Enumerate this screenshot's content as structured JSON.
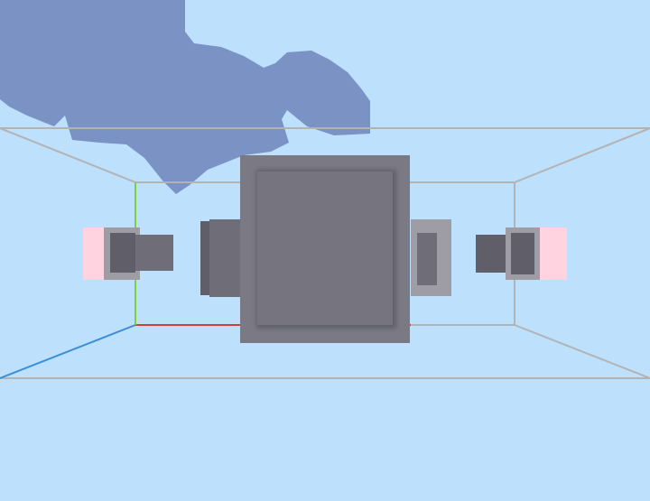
{
  "scene": {
    "colors": {
      "sky": "#bde0fd",
      "cloud": "#7b92c4",
      "wireframe": "#b3b3b3",
      "x_axis": "#d43b3b",
      "y_axis": "#7fd13b",
      "z_axis": "#3b8fd4",
      "block_front": "#7b7a84",
      "block_face": "#76757f",
      "block_edge": "#8f8e98",
      "arm_dark": "#5f5e69",
      "arm_mid": "#6e6d78",
      "arm_light": "#9e9da6",
      "hand_pink": "#ffd3df"
    },
    "icons": {
      "block": "player-block",
      "arm_left": "arm-left",
      "arm_right": "arm-right"
    }
  }
}
